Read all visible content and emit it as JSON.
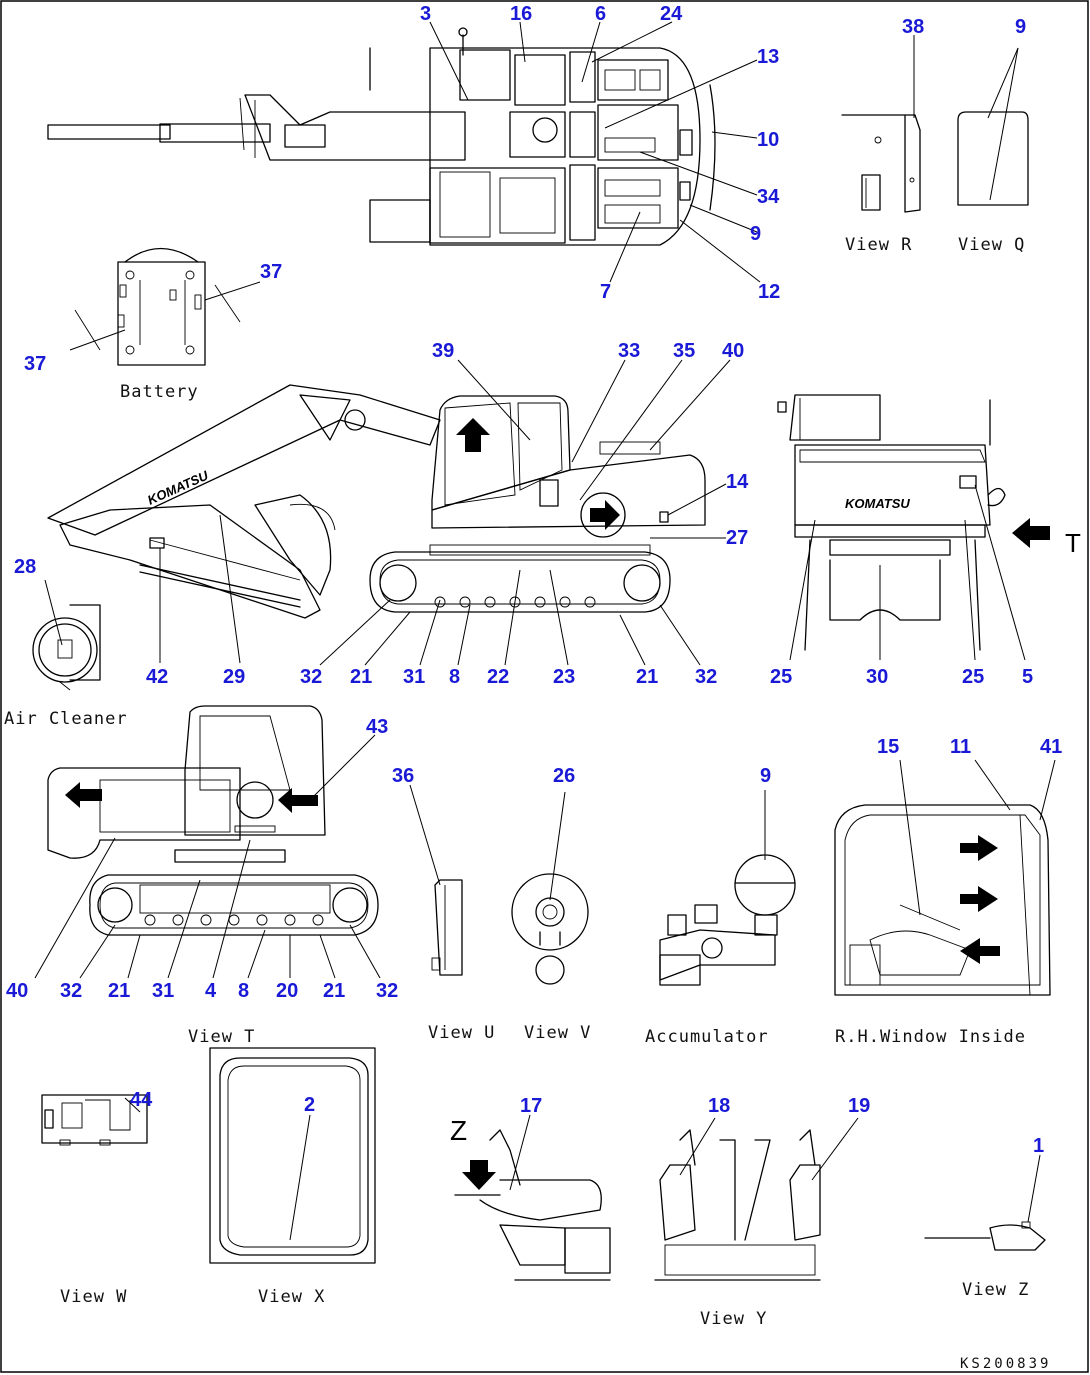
{
  "drawing_code": "KS200839",
  "view_captions": {
    "view_r": "View R",
    "view_q": "View Q",
    "battery": "Battery",
    "air_cleaner": "Air Cleaner",
    "view_t": "View T",
    "view_u": "View U",
    "view_v": "View V",
    "accumulator": "Accumulator",
    "rh_window_inside": "R.H.Window Inside",
    "view_w": "View W",
    "view_x": "View X",
    "view_y": "View Y",
    "view_z": "View Z"
  },
  "view_letters": {
    "t": "T",
    "z": "Z"
  },
  "brand_mark": "KOMATSU",
  "callouts": {
    "top": [
      "3",
      "16",
      "6",
      "24",
      "13",
      "10",
      "34",
      "9",
      "7",
      "12",
      "38",
      "9"
    ],
    "battery": [
      "37",
      "37"
    ],
    "side": [
      "39",
      "33",
      "35",
      "40",
      "14",
      "27",
      "28",
      "42",
      "29",
      "32",
      "21",
      "31",
      "8",
      "22",
      "23",
      "21",
      "32"
    ],
    "rear": [
      "25",
      "30",
      "25",
      "5"
    ],
    "view_t": [
      "43",
      "40",
      "32",
      "21",
      "31",
      "4",
      "8",
      "20",
      "21",
      "32"
    ],
    "small_views": [
      "36",
      "26",
      "9"
    ],
    "window": [
      "15",
      "11",
      "41"
    ],
    "bottom": [
      "44",
      "2",
      "17",
      "18",
      "19",
      "1"
    ]
  },
  "colors": {
    "callout": "#1a1ad6",
    "line": "#000000",
    "background": "#ffffff"
  }
}
